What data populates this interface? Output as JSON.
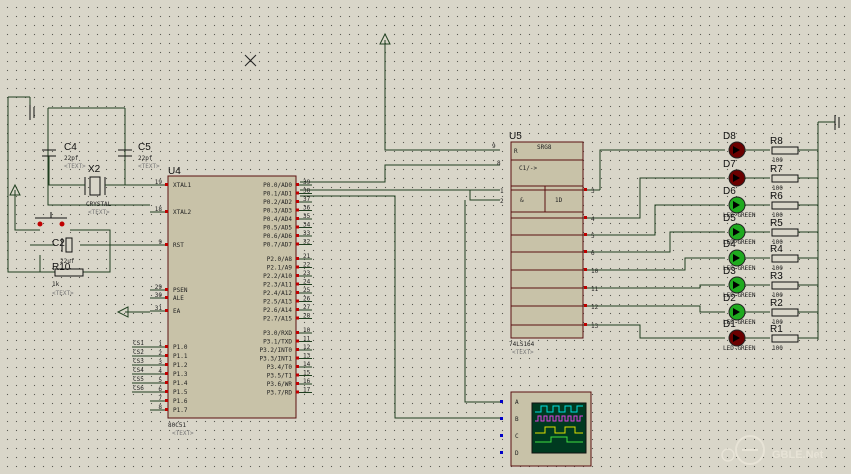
{
  "components": {
    "u4": {
      "ref": "U4",
      "part": "80C51",
      "text_tag": "<TEXT>",
      "left_pins": [
        {
          "num": "19",
          "name": "XTAL1"
        },
        {
          "num": "18",
          "name": "XTAL2"
        },
        {
          "num": "9",
          "name": "RST"
        },
        {
          "num": "29",
          "name": "PSEN"
        },
        {
          "num": "30",
          "name": "ALE"
        },
        {
          "num": "31",
          "name": "EA"
        },
        {
          "num": "1",
          "name": "P1.0"
        },
        {
          "num": "2",
          "name": "P1.1"
        },
        {
          "num": "3",
          "name": "P1.2"
        },
        {
          "num": "4",
          "name": "P1.3"
        },
        {
          "num": "5",
          "name": "P1.4"
        },
        {
          "num": "6",
          "name": "P1.5"
        },
        {
          "num": "7",
          "name": "P1.6"
        },
        {
          "num": "8",
          "name": "P1.7"
        }
      ],
      "right_pins": [
        {
          "num": "39",
          "name": "P0.0/AD0"
        },
        {
          "num": "38",
          "name": "P0.1/AD1"
        },
        {
          "num": "37",
          "name": "P0.2/AD2"
        },
        {
          "num": "36",
          "name": "P0.3/AD3"
        },
        {
          "num": "35",
          "name": "P0.4/AD4"
        },
        {
          "num": "34",
          "name": "P0.5/AD5"
        },
        {
          "num": "33",
          "name": "P0.6/AD6"
        },
        {
          "num": "32",
          "name": "P0.7/AD7"
        },
        {
          "num": "21",
          "name": "P2.0/A8"
        },
        {
          "num": "22",
          "name": "P2.1/A9"
        },
        {
          "num": "23",
          "name": "P2.2/A10"
        },
        {
          "num": "24",
          "name": "P2.3/A11"
        },
        {
          "num": "25",
          "name": "P2.4/A12"
        },
        {
          "num": "26",
          "name": "P2.5/A13"
        },
        {
          "num": "27",
          "name": "P2.6/A14"
        },
        {
          "num": "28",
          "name": "P2.7/A15"
        },
        {
          "num": "10",
          "name": "P3.0/RXD"
        },
        {
          "num": "11",
          "name": "P3.1/TXD"
        },
        {
          "num": "12",
          "name": "P3.2/INT0"
        },
        {
          "num": "13",
          "name": "P3.3/INT1"
        },
        {
          "num": "14",
          "name": "P3.4/T0"
        },
        {
          "num": "15",
          "name": "P3.5/T1"
        },
        {
          "num": "16",
          "name": "P3.6/WR"
        },
        {
          "num": "17",
          "name": "P3.7/RD"
        }
      ],
      "net_labels": [
        "CS1",
        "CS2",
        "CS3",
        "CS4",
        "CS5",
        "CS6"
      ]
    },
    "u5": {
      "ref": "U5",
      "part": "74LS164",
      "text_tag": "<TEXT>",
      "header": "SRG8",
      "pins": {
        "r": "R",
        "c1": "C1/->",
        "amp": "&",
        "d": "1D",
        "p9": "9",
        "p8": "8",
        "p1": "1",
        "p2": "2"
      },
      "outputs": [
        "3",
        "4",
        "5",
        "6",
        "10",
        "11",
        "12",
        "13"
      ]
    },
    "crystal": {
      "ref": "X2",
      "part": "CRYSTAL",
      "text_tag": "<TEXT>"
    },
    "c4": {
      "ref": "C4",
      "value": "22pf",
      "text_tag": "<TEXT>"
    },
    "c5": {
      "ref": "C5",
      "value": "22pf",
      "text_tag": "<TEXT>"
    },
    "c2": {
      "ref": "C2",
      "value": "22uf",
      "text_tag": "<TEXT>"
    },
    "r10": {
      "ref": "R10",
      "value": "1k",
      "text_tag": "<TEXT>"
    },
    "leds": [
      {
        "ref": "D8",
        "part": "",
        "res": "R8",
        "rval": "100",
        "on": false
      },
      {
        "ref": "D7",
        "part": "",
        "res": "R7",
        "rval": "100",
        "on": false
      },
      {
        "ref": "D6",
        "part": "LED-GREEN",
        "res": "R6",
        "rval": "100",
        "on": true
      },
      {
        "ref": "D5",
        "part": "LED-GREEN",
        "res": "R5",
        "rval": "100",
        "on": true
      },
      {
        "ref": "D4",
        "part": "LED-GREEN",
        "res": "R4",
        "rval": "100",
        "on": true
      },
      {
        "ref": "D3",
        "part": "LED-GREEN",
        "res": "R3",
        "rval": "100",
        "on": true
      },
      {
        "ref": "D2",
        "part": "LED-GREEN",
        "res": "R2",
        "rval": "100",
        "on": true
      },
      {
        "ref": "D1",
        "part": "LED-GREEN",
        "res": "R1",
        "rval": "100",
        "on": false
      }
    ],
    "scope": {
      "channels": [
        "A",
        "B",
        "C",
        "D"
      ]
    }
  },
  "watermark": "GBLE.Net",
  "colors": {
    "wire": "#1f3f1f",
    "body": "#c8c2a8",
    "led_on": "#1faa1f",
    "led_off": "#6b0000",
    "pin_red": "#c00000",
    "pin_blue": "#0000c8",
    "scope_bg": "#003a20"
  }
}
